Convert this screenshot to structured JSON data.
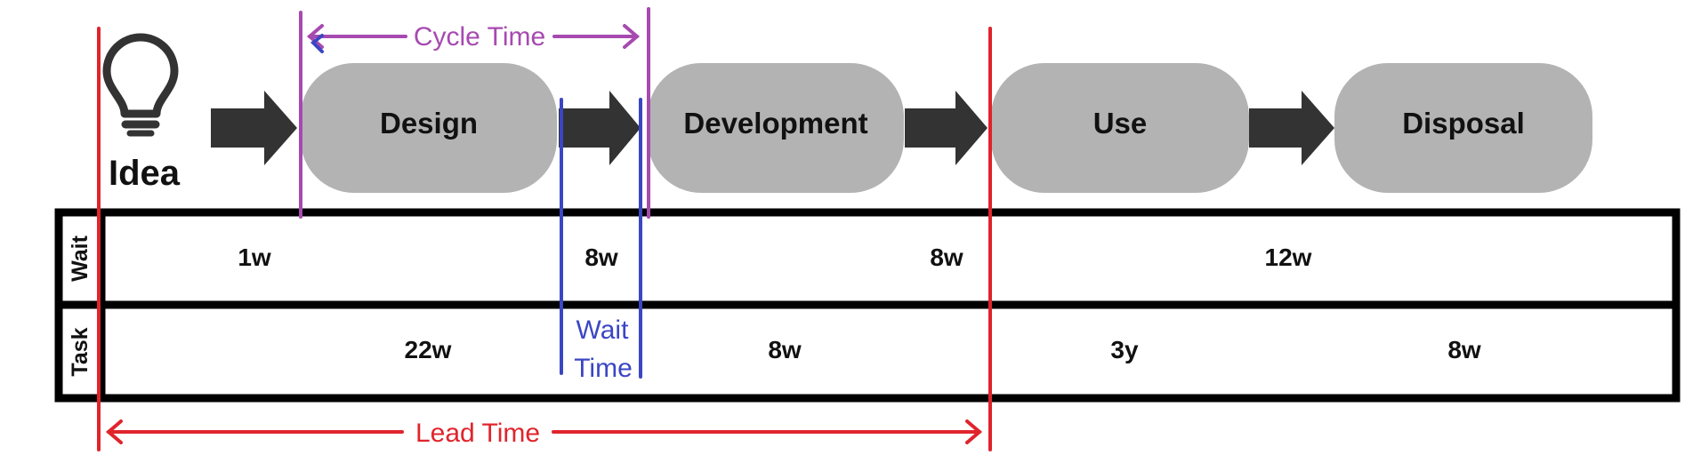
{
  "diagram": {
    "idea_label": "Idea",
    "stages": [
      {
        "name": "Design"
      },
      {
        "name": "Development"
      },
      {
        "name": "Use"
      },
      {
        "name": "Disposal"
      }
    ],
    "rows": {
      "wait": {
        "label": "Wait",
        "values": [
          "1w",
          "8w",
          "8w",
          "12w"
        ]
      },
      "task": {
        "label": "Task",
        "values": [
          "22w",
          "8w",
          "3y",
          "8w"
        ]
      }
    },
    "annotations": {
      "cycle_time": "Cycle Time",
      "wait_time_line1": "Wait",
      "wait_time_line2": "Time",
      "lead_time": "Lead Time"
    },
    "colors": {
      "stage_fill": "#b3b3b3",
      "arrow": "#333333",
      "frame": "#000000",
      "lead_time": "#e0242c",
      "cycle_time": "#a64ab0",
      "wait_time": "#3b46c4"
    },
    "icons": [
      "lightbulb-icon"
    ]
  }
}
